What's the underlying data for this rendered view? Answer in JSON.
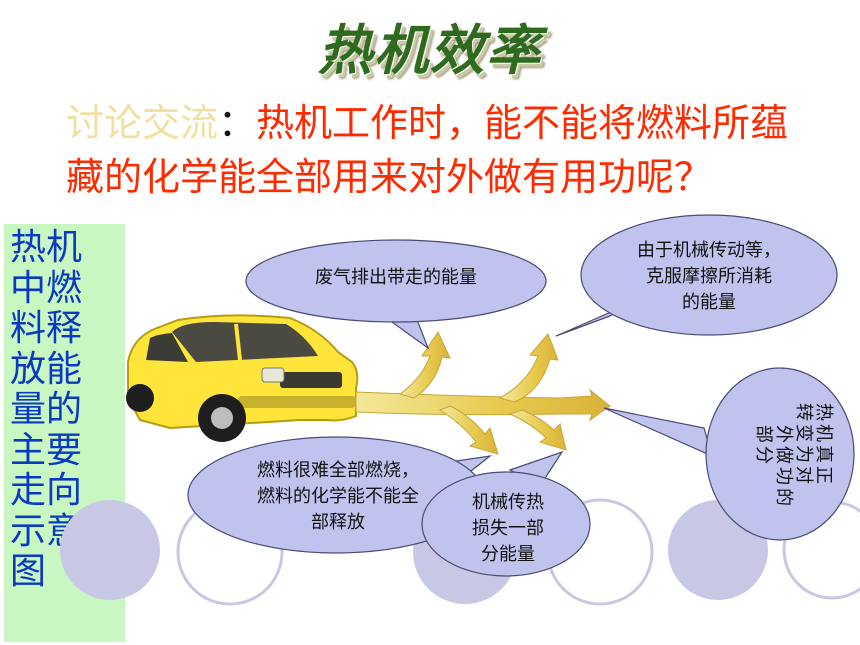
{
  "title": "热机效率",
  "discussion": {
    "label": "讨论交流",
    "colon": "：",
    "question_line1": "热机工作时，能不能将燃料所蕴",
    "question_line2": "藏的化学能全部用来对外做有用功呢？"
  },
  "sidebar": {
    "text": "热机中燃料释放能量的主要走向示意图"
  },
  "bubbles": {
    "exhaust": "废气排出带走的能量",
    "friction": [
      "由于机械传动等，",
      "克服摩擦所消耗",
      "的能量"
    ],
    "incomplete": [
      "燃料很难全部燃烧，",
      "燃料的化学能不能全",
      "部释放"
    ],
    "heat_loss": [
      "机械传热",
      "损失一部",
      "分能量"
    ],
    "useful_work": [
      "热",
      "机",
      "真",
      "正",
      "转",
      "变",
      "为",
      "对",
      "外",
      "做",
      "功",
      "的",
      "部",
      "分"
    ]
  },
  "colors": {
    "title": "#2e6b1e",
    "discussion_label": "#f2dfa2",
    "question": "#ff2a00",
    "sidebar_bg": "#c9f7c1",
    "sidebar_text": "#0b3ac2",
    "bubble_fill": "#bfc3ee",
    "arrow": "#e7cf5a",
    "car_body": "#ffe53a"
  },
  "icons": [
    "car-image",
    "energy-flow-arrow"
  ]
}
